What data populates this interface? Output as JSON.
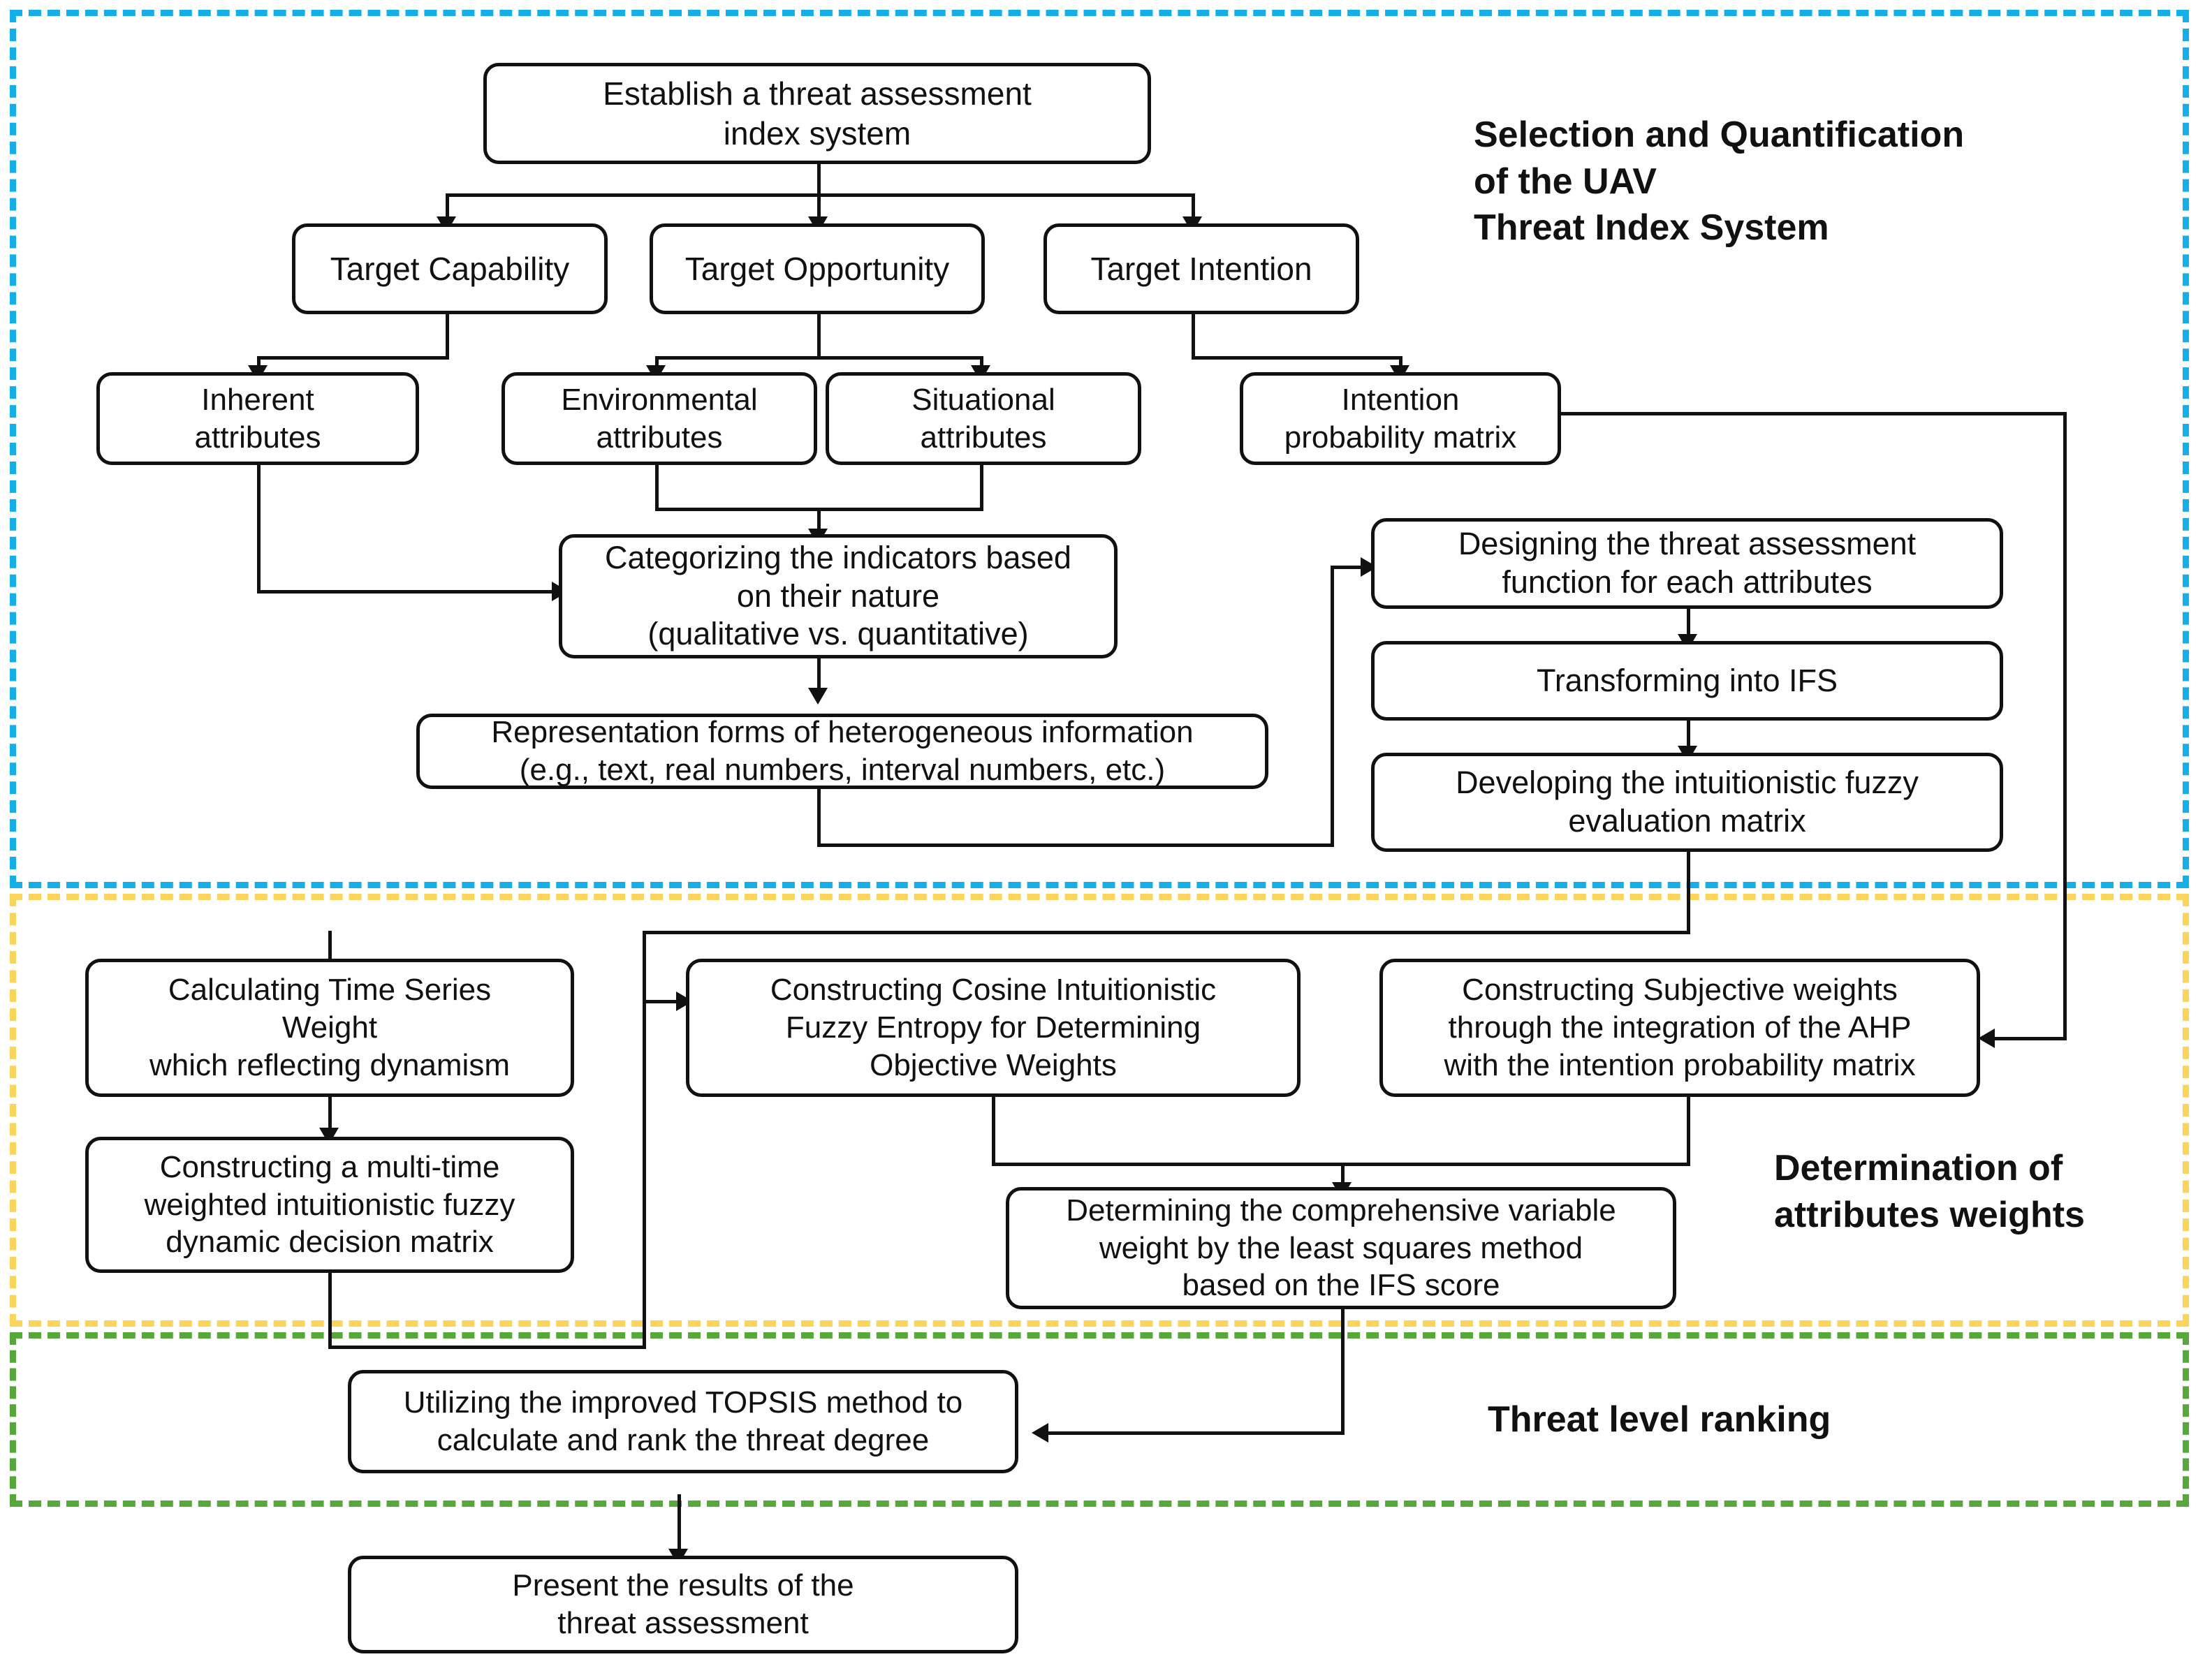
{
  "diagram": {
    "title_note": "UAV threat assessment methodology flowchart",
    "zones": [
      {
        "key": "selection",
        "label": "Selection and Quantification\nof the UAV\nThreat Index System",
        "color": "#14AEE8"
      },
      {
        "key": "weights",
        "label": "Determination of\nattributes weights",
        "color": "#FBD45C"
      },
      {
        "key": "ranking",
        "label": "Threat level ranking",
        "color": "#56A83B"
      }
    ],
    "nodes": [
      {
        "id": "establish",
        "label": "Establish a threat assessment\nindex system"
      },
      {
        "id": "capability",
        "label": "Target Capability"
      },
      {
        "id": "opportunity",
        "label": "Target Opportunity"
      },
      {
        "id": "intention",
        "label": "Target Intention"
      },
      {
        "id": "inherent",
        "label": "Inherent\nattributes"
      },
      {
        "id": "environmental",
        "label": "Environmental\nattributes"
      },
      {
        "id": "situational",
        "label": "Situational\nattributes"
      },
      {
        "id": "intent_matrix",
        "label": "Intention\nprobability matrix"
      },
      {
        "id": "categorize",
        "label": "Categorizing the indicators based\non their nature\n(qualitative vs. quantitative)"
      },
      {
        "id": "representation",
        "label": "Representation forms of heterogeneous information\n(e.g., text, real numbers, interval numbers, etc.)"
      },
      {
        "id": "designing",
        "label": "Designing the threat assessment\nfunction for each attributes"
      },
      {
        "id": "transforming",
        "label": "Transforming into IFS"
      },
      {
        "id": "developing",
        "label": "Developing the intuitionistic fuzzy\nevaluation matrix"
      },
      {
        "id": "timeseries",
        "label": "Calculating Time Series\nWeight\nwhich reflecting dynamism"
      },
      {
        "id": "cosine",
        "label": "Constructing Cosine Intuitionistic\nFuzzy Entropy for Determining\nObjective Weights"
      },
      {
        "id": "subjective",
        "label": "Constructing Subjective weights\nthrough the integration of the AHP\nwith the intention probability matrix"
      },
      {
        "id": "multitime",
        "label": "Constructing a multi-time\nweighted intuitionistic fuzzy\ndynamic decision matrix"
      },
      {
        "id": "comprehensive",
        "label": "Determining the comprehensive variable\nweight by the least squares method\nbased on the IFS score"
      },
      {
        "id": "topsis",
        "label": "Utilizing the improved TOPSIS method to\ncalculate and rank the threat degree"
      },
      {
        "id": "present",
        "label": "Present the results of the\nthreat assessment"
      }
    ]
  }
}
